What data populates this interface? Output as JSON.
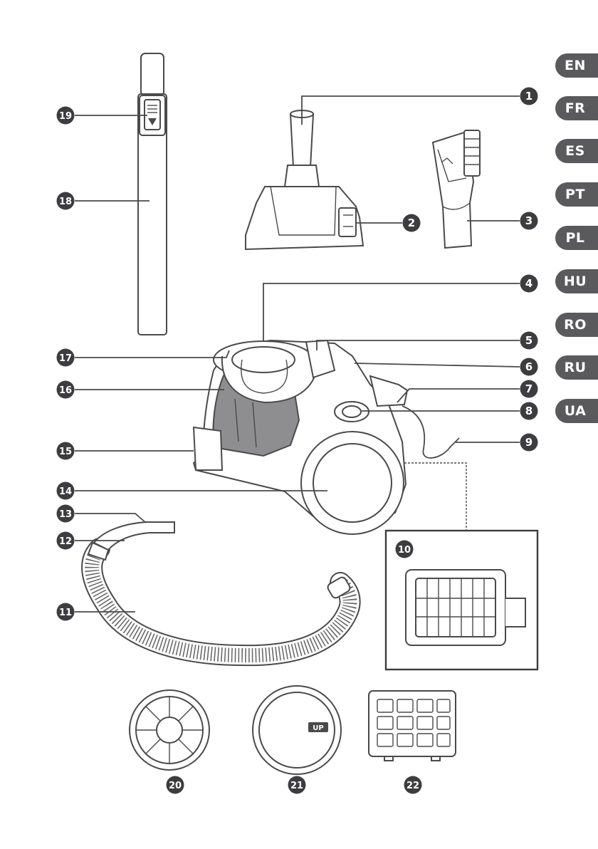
{
  "languages": [
    "EN",
    "FR",
    "ES",
    "PT",
    "PL",
    "HU",
    "RO",
    "RU",
    "UA"
  ],
  "callouts": [
    "1",
    "2",
    "3",
    "4",
    "5",
    "6",
    "7",
    "8",
    "9",
    "10",
    "11",
    "12",
    "13",
    "14",
    "15",
    "16",
    "17",
    "18",
    "19",
    "20",
    "21",
    "22"
  ],
  "filter_label": "UP",
  "colors": {
    "badge": "#3d3d3f",
    "tab": "#5a5a5c",
    "line": "#4a4a4a",
    "canister": "#8e8e90"
  }
}
